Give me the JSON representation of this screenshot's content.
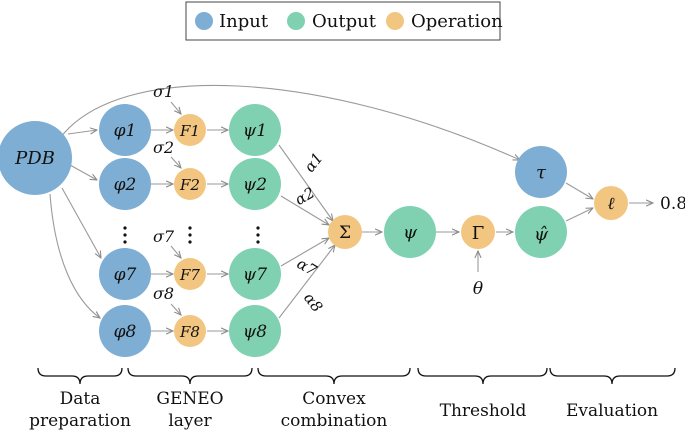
{
  "legend": {
    "items": [
      {
        "label": "Input",
        "color": "#7eaed3"
      },
      {
        "label": "Output",
        "color": "#7fd1b2"
      },
      {
        "label": "Operation",
        "color": "#f2c681"
      }
    ]
  },
  "colors": {
    "input": "#7eaed3",
    "output": "#7fd1b2",
    "operation": "#f2c681",
    "arrow": "#9a9a9a",
    "text": "#111111"
  },
  "nodes": {
    "pdb": "PDB",
    "phi": [
      "φ1",
      "φ2",
      "φ7",
      "φ8"
    ],
    "F": [
      "F1",
      "F2",
      "F7",
      "F8"
    ],
    "psi": [
      "ψ1",
      "ψ2",
      "ψ7",
      "ψ8"
    ],
    "sigma": [
      "σ1",
      "σ2",
      "σ7",
      "σ8"
    ],
    "alpha": [
      "α1",
      "α2",
      "α7",
      "α8"
    ],
    "sum": "Σ",
    "psi_out": "ψ",
    "threshold_op": "Γ",
    "theta": "θ",
    "tau": "τ",
    "psi_hat": "ψ̂",
    "loss": "ℓ",
    "result": "0.8"
  },
  "stages": [
    {
      "lines": [
        "Data",
        "preparation"
      ]
    },
    {
      "lines": [
        "GENEO",
        "layer"
      ]
    },
    {
      "lines": [
        "Convex",
        "combination"
      ]
    },
    {
      "lines": [
        "Threshold"
      ]
    },
    {
      "lines": [
        "Evaluation"
      ]
    }
  ]
}
